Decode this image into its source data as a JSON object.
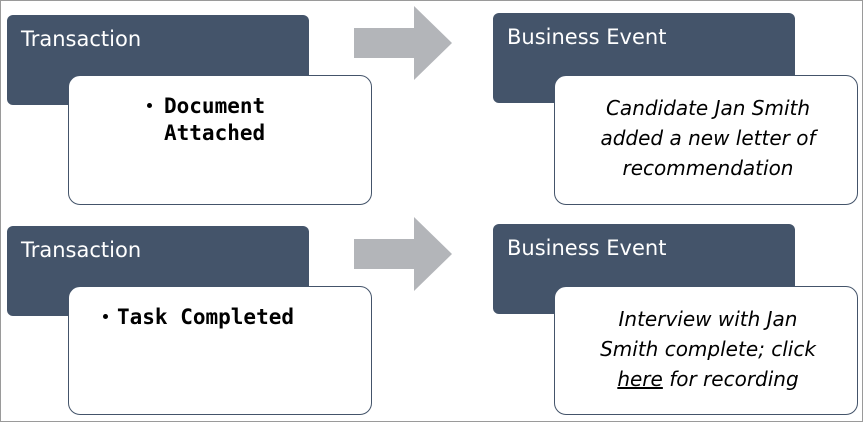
{
  "rows": [
    {
      "left_header": "Transaction",
      "left_detail": "Document\nAttached",
      "right_header": "Business Event",
      "right_detail": "Candidate Jan Smith added a new letter of recommendation"
    },
    {
      "left_header": "Transaction",
      "left_detail": "Task Completed",
      "right_header": "Business Event",
      "right_detail_before": "Interview with Jan Smith complete; click ",
      "right_detail_link": "here",
      "right_detail_after": " for recording"
    }
  ],
  "colors": {
    "header_fill": "#44546a",
    "arrow_fill": "#b3b5b9",
    "border": "#44546a"
  }
}
